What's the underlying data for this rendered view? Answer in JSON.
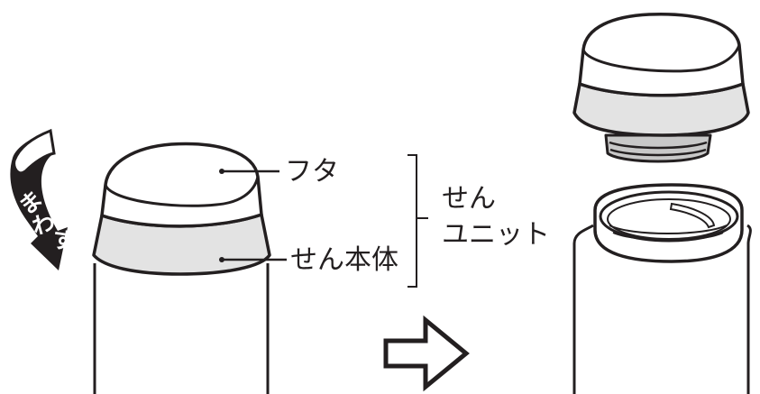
{
  "labels": {
    "lid": "フタ",
    "plug_body": "せん本体",
    "plug_unit_line1": "せん",
    "plug_unit_line2": "ユニット"
  },
  "rotate_arrow": {
    "chars": [
      "ま",
      "わ",
      "す"
    ]
  },
  "colors": {
    "stroke": "#231f20",
    "band": "#e3e3e3",
    "thread": "#c8c8c8",
    "body": "#ffffff"
  }
}
